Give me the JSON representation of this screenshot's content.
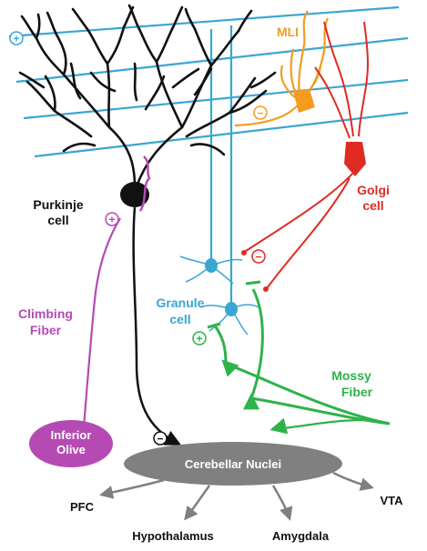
{
  "colors": {
    "purkinje": "#111111",
    "parallel_fiber": "#3aa6d3",
    "mli": "#f39c1f",
    "golgi": "#e02b22",
    "climbing": "#b64ab3",
    "granule": "#3aa6d3",
    "mossy": "#2db34a",
    "nuclei": "#808080",
    "output": "#808080"
  },
  "labels": {
    "mli": "MLI",
    "golgi_line1": "Golgi",
    "golgi_line2": "cell",
    "purkinje_line1": "Purkinje",
    "purkinje_line2": "cell",
    "climbing_line1": "Climbing",
    "climbing_line2": "Fiber",
    "granule_line1": "Granule",
    "granule_line2": "cell",
    "mossy_line1": "Mossy",
    "mossy_line2": "Fiber",
    "olive_line1": "Inferior",
    "olive_line2": "Olive",
    "nuclei": "Cerebellar Nuclei"
  },
  "outputs": {
    "pfc": "PFC",
    "hypothalamus": "Hypothalamus",
    "amygdala": "Amygdala",
    "vta": "VTA"
  },
  "signs": {
    "excitatory": "+",
    "inhibitory": "−"
  }
}
